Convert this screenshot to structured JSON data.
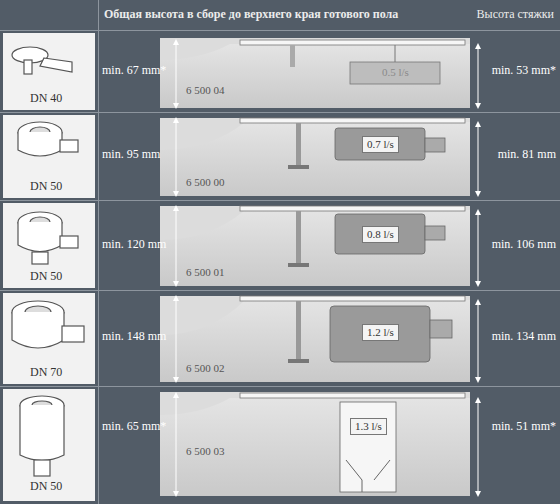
{
  "diagram": {
    "labels": [
      "Общая высота в сборе до верхнего края готового пола",
      "Высота стяжки",
      "DN 40",
      "min. 67 mm*",
      "6 500 04",
      "0.5 l/s",
      "min. 53 mm*",
      "DN 50",
      "min. 95 mm",
      "6 500 00",
      "0.7 l/s",
      "min. 81 mm",
      "DN 50",
      "min. 120 mm",
      "6 500 01",
      "0.8 l/s",
      "min. 106 mm",
      "DN 70",
      "min. 148 mm",
      "6 500 02",
      "1.2 l/s",
      "min. 134 mm",
      "DN 50",
      "min. 65 mm*",
      "6 500 03",
      "1.3 l/s",
      "min. 51 mm*"
    ]
  }
}
